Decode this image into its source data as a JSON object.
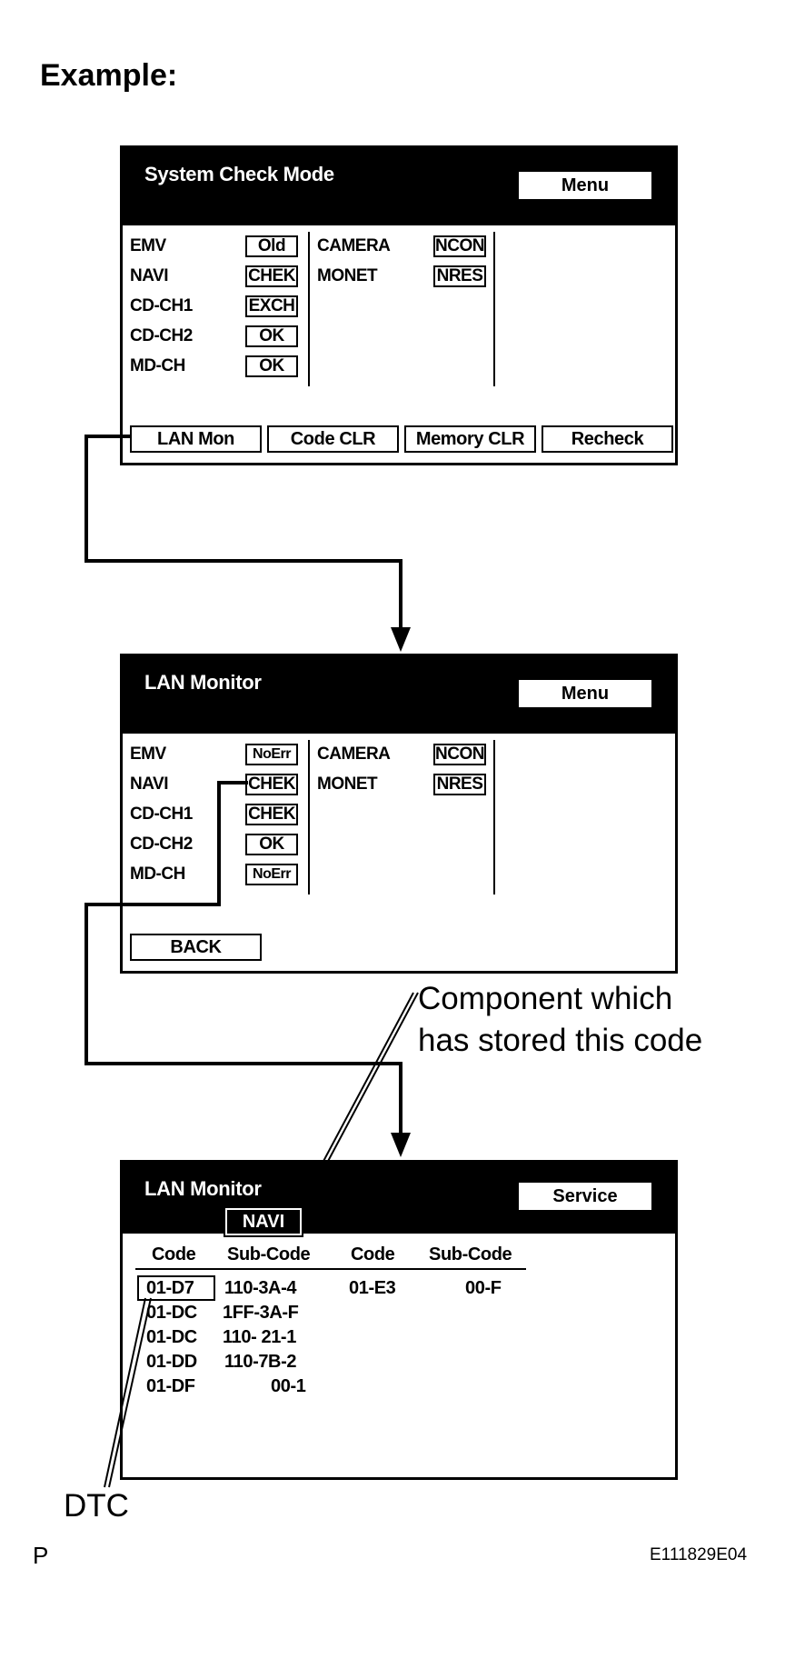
{
  "heading": "Example:",
  "screen1": {
    "title": "System Check Mode",
    "menu_label": "Menu",
    "left_items": [
      {
        "label": "EMV",
        "status": "Old"
      },
      {
        "label": "NAVI",
        "status": "CHEK"
      },
      {
        "label": "CD-CH1",
        "status": "EXCH"
      },
      {
        "label": "CD-CH2",
        "status": "OK"
      },
      {
        "label": "MD-CH",
        "status": "OK"
      }
    ],
    "right_items": [
      {
        "label": "CAMERA",
        "status": "NCON"
      },
      {
        "label": "MONET",
        "status": "NRES"
      }
    ],
    "buttons": [
      "LAN Mon",
      "Code CLR",
      "Memory CLR",
      "Recheck"
    ]
  },
  "screen2": {
    "title": "LAN Monitor",
    "menu_label": "Menu",
    "left_items": [
      {
        "label": "EMV",
        "status": "NoErr"
      },
      {
        "label": "NAVI",
        "status": "CHEK"
      },
      {
        "label": "CD-CH1",
        "status": "CHEK"
      },
      {
        "label": "CD-CH2",
        "status": "OK"
      },
      {
        "label": "MD-CH",
        "status": "NoErr"
      }
    ],
    "right_items": [
      {
        "label": "CAMERA",
        "status": "NCON"
      },
      {
        "label": "MONET",
        "status": "NRES"
      }
    ],
    "back_label": "BACK"
  },
  "screen3": {
    "title": "LAN Monitor",
    "component": "NAVI",
    "service_label": "Service",
    "headers": [
      "Code",
      "Sub-Code",
      "Code",
      "Sub-Code"
    ],
    "rows": [
      [
        "01-D7",
        "110-3A-4",
        "01-E3",
        "00-F"
      ],
      [
        "01-DC",
        "1FF-3A-F",
        "",
        ""
      ],
      [
        "01-DC",
        "110- 21-1",
        "",
        ""
      ],
      [
        "01-DD",
        "110-7B-2",
        "",
        ""
      ],
      [
        "01-DF",
        "00-1",
        "",
        ""
      ]
    ]
  },
  "callouts": {
    "component_line1": "Component which",
    "component_line2": "has stored this code",
    "dtc": "DTC"
  },
  "footer": {
    "left": "P",
    "right": "E111829E04"
  }
}
